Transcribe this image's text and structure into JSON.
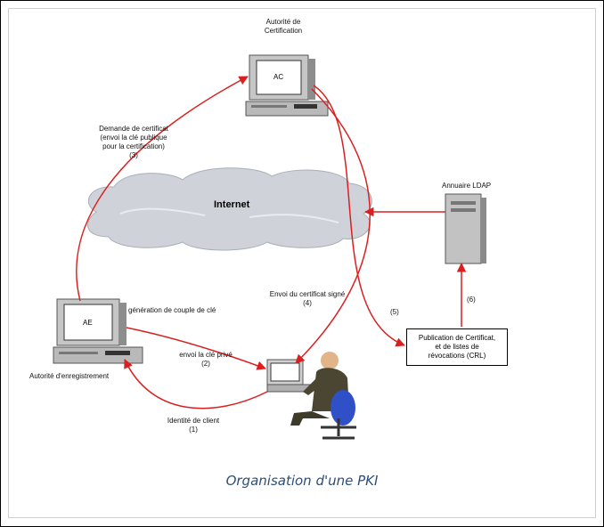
{
  "nodes": {
    "ca": {
      "title_line1": "Autorité de",
      "title_line2": "Certification",
      "screen": "AC"
    },
    "ra": {
      "title": "Autorité d'enregistrement",
      "screen": "AE",
      "keygen_label": "génération de couple de clé"
    },
    "ldap": {
      "title": "Annuaire LDAP"
    },
    "internet": {
      "label": "Internet"
    },
    "publication": {
      "line1": "Publication de Certificat,",
      "line2": "et de listes de",
      "line3": "révocations (CRL)"
    }
  },
  "steps": {
    "s1": {
      "label": "Identité de client",
      "num": "(1)"
    },
    "s2": {
      "label": "envoi la clé privé",
      "num": "(2)"
    },
    "s3": {
      "line1": "Demande de certificat",
      "line2": "(envoi la clé publique",
      "line3": "pour la certification)",
      "num": "(3)"
    },
    "s4": {
      "label": "Envoi du certificat signé",
      "num": "(4)"
    },
    "s5": {
      "num": "(5)"
    },
    "s6": {
      "num": "(6)"
    }
  },
  "caption": "Organisation d'une PKI",
  "colors": {
    "arrow": "#d92020",
    "caption": "#2e4e78",
    "cloud": "#cfd3d9"
  }
}
